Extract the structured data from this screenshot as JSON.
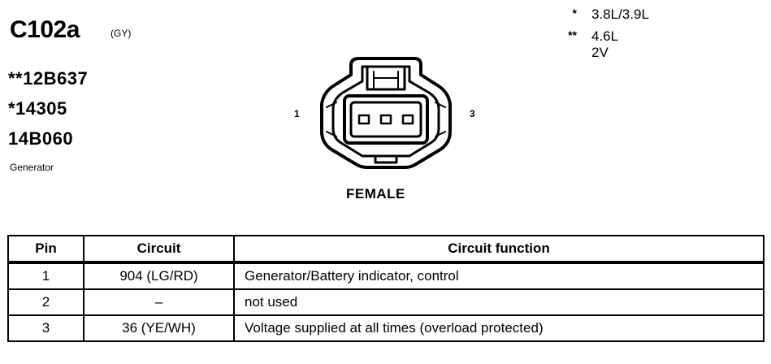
{
  "connector": {
    "id": "C102a",
    "color_code": "(GY)"
  },
  "part_numbers": [
    "**12B637",
    "*14305",
    "14B060"
  ],
  "component": "Generator",
  "legend": [
    {
      "symbol": "*",
      "text": "3.8L/3.9L"
    },
    {
      "symbol": "**",
      "text": "4.6L 2V"
    }
  ],
  "diagram": {
    "pin_left": "1",
    "pin_right": "3",
    "gender": "FEMALE"
  },
  "table": {
    "headers": [
      "Pin",
      "Circuit",
      "Circuit function"
    ],
    "rows": [
      {
        "pin": "1",
        "circuit": "904 (LG/RD)",
        "function": "Generator/Battery indicator, control"
      },
      {
        "pin": "2",
        "circuit": "–",
        "function": "not used"
      },
      {
        "pin": "3",
        "circuit": "36 (YE/WH)",
        "function": "Voltage supplied at all times (overload protected)"
      }
    ]
  }
}
